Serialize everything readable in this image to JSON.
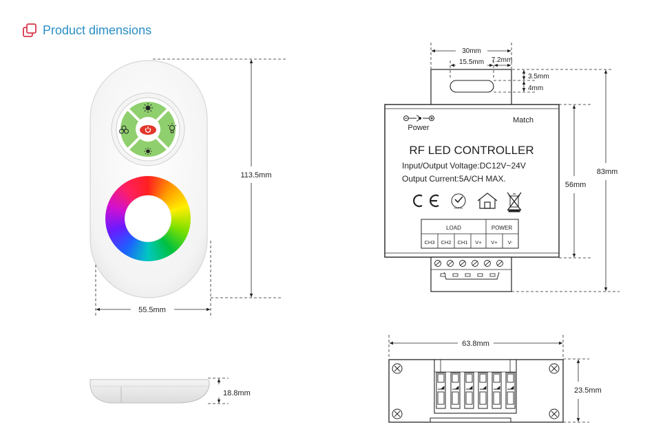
{
  "header": {
    "title": "Product dimensions",
    "accent_color": "#d9364b",
    "title_color": "#2a8ec6",
    "icon": "overlapping-squares-icon"
  },
  "remote": {
    "height": "113.5mm",
    "width": "55.5mm",
    "thickness": "18.8mm",
    "icons": {
      "top": "sun-bright-icon",
      "left": "color-cycle-icon",
      "center": "power-icon",
      "right": "bulb-icon",
      "bottom": "sun-dim-icon"
    },
    "color_ring": "rgb-color-wheel",
    "button_ring_color": "#8fcf6e",
    "power_button_color": "#e2372b"
  },
  "controller": {
    "bracket_width": "30mm",
    "slot_width": "15.5mm",
    "slot_offset": "7.2mm",
    "slot_top": "3.5mm",
    "slot_height": "4mm",
    "body_height": "56mm",
    "total_height": "83mm",
    "power_label": "Power",
    "match_label": "Match",
    "product_name": "RF LED CONTROLLER",
    "voltage_line": "Input/Output Voltage:DC12V~24V",
    "current_line": "Output Current:5A/CH MAX.",
    "cert_icons": [
      "ce-mark-icon",
      "rohs-icon",
      "indoor-use-icon",
      "weee-bin-icon"
    ],
    "terminal_groups": [
      {
        "label": "LOAD",
        "pins": [
          "CH3",
          "CH2",
          "CH1",
          "V+"
        ]
      },
      {
        "label": "POWER",
        "pins": [
          "V+",
          "V-"
        ]
      }
    ]
  },
  "side_view": {
    "width": "63.8mm",
    "height": "23.5mm"
  }
}
